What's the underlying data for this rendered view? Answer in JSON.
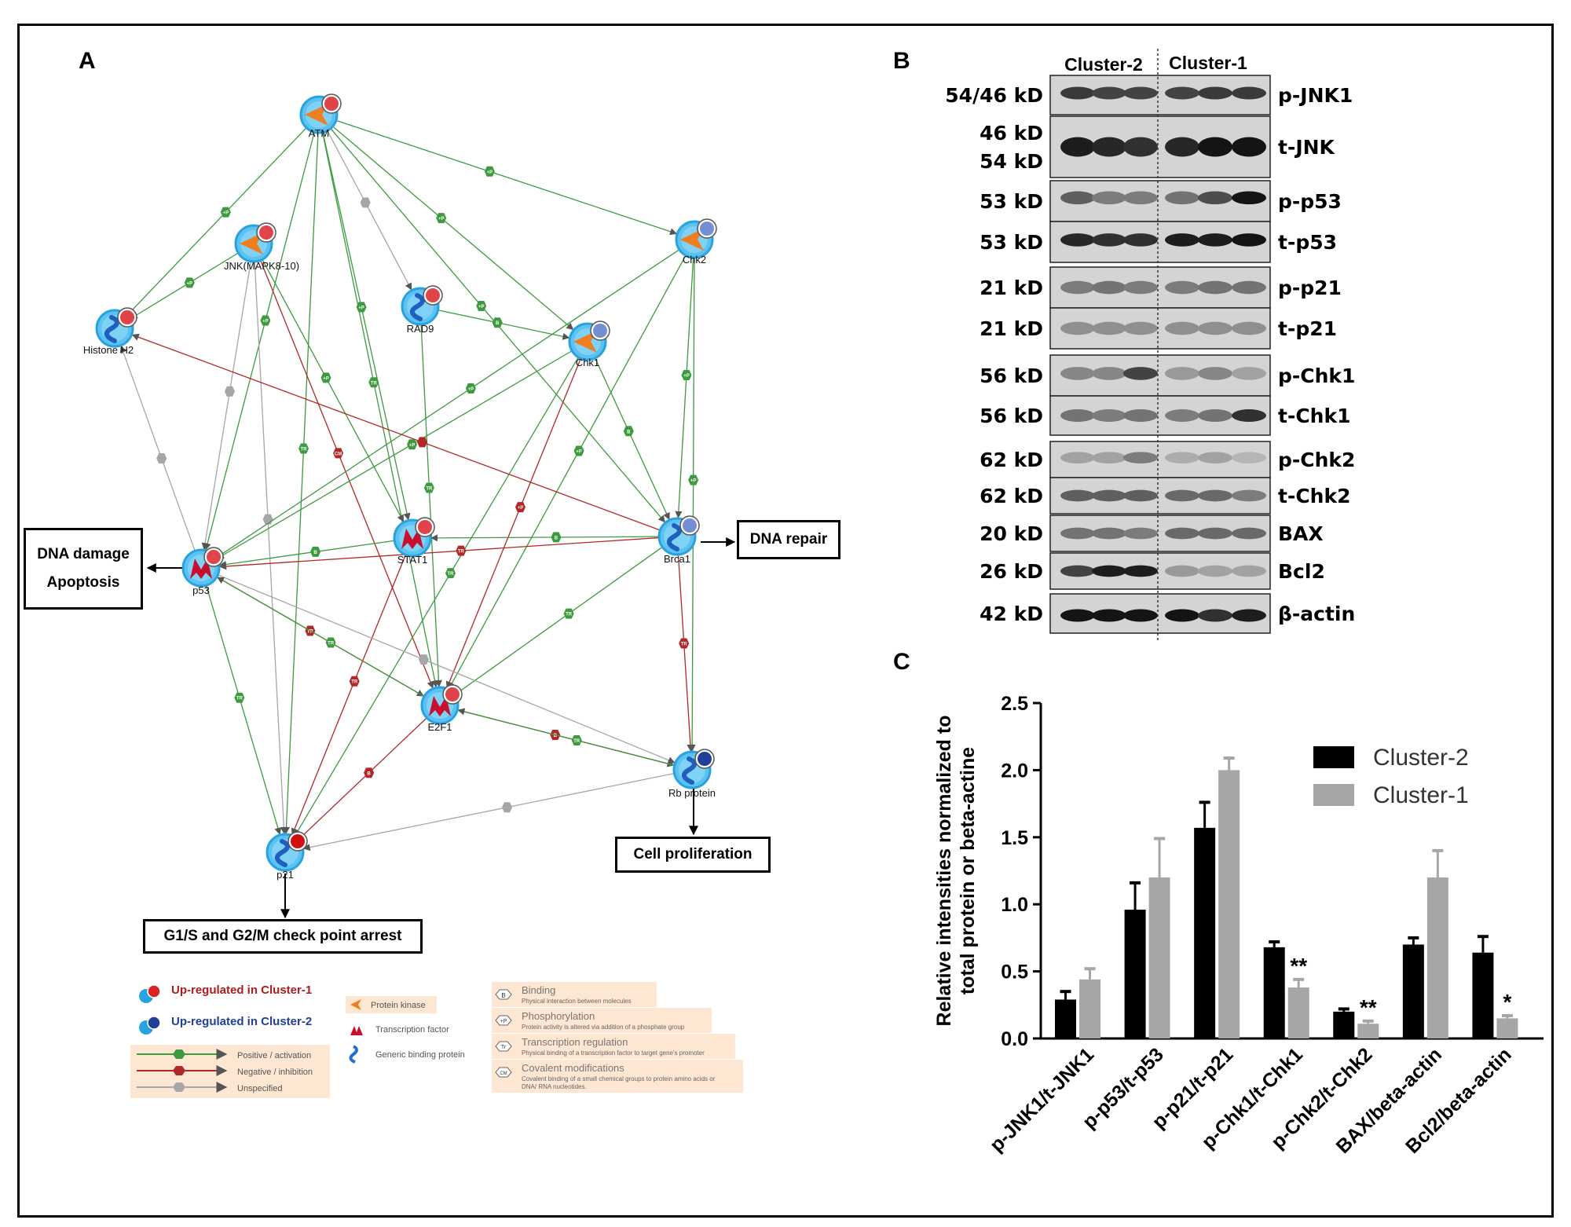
{
  "panels": {
    "a": "A",
    "b": "B",
    "c": "C"
  },
  "network": {
    "nodes": [
      {
        "id": "ATM",
        "label": "ATM",
        "kind": "kinase",
        "regulation": "cluster1"
      },
      {
        "id": "JNK",
        "label": "JNK(MAPK8-10)",
        "kind": "kinase",
        "regulation": "cluster1"
      },
      {
        "id": "Chk2",
        "label": "Chk2",
        "kind": "kinase",
        "regulation": "cluster2"
      },
      {
        "id": "HistoneH2",
        "label": "Histone H2",
        "kind": "binding",
        "regulation": "cluster1"
      },
      {
        "id": "RAD9",
        "label": "RAD9",
        "kind": "binding",
        "regulation": "cluster1"
      },
      {
        "id": "Chk1",
        "label": "Chk1",
        "kind": "kinase",
        "regulation": "cluster2"
      },
      {
        "id": "p53",
        "label": "p53",
        "kind": "tf",
        "regulation": "cluster1"
      },
      {
        "id": "STAT1",
        "label": "STAT1",
        "kind": "tf",
        "regulation": "cluster1"
      },
      {
        "id": "Brca1",
        "label": "Brca1",
        "kind": "binding",
        "regulation": "cluster2"
      },
      {
        "id": "E2F1",
        "label": "E2F1",
        "kind": "tf",
        "regulation": "cluster1"
      },
      {
        "id": "Rb",
        "label": "Rb protein",
        "kind": "binding",
        "regulation": "cluster2dark"
      },
      {
        "id": "p21",
        "label": "p21",
        "kind": "binding",
        "regulation": "cluster1dark"
      }
    ],
    "edges": [
      {
        "from": "ATM",
        "to": "HistoneH2",
        "type": "positive",
        "tag": "+P"
      },
      {
        "from": "ATM",
        "to": "Chk2",
        "type": "positive",
        "tag": "+P"
      },
      {
        "from": "ATM",
        "to": "Chk1",
        "type": "positive",
        "tag": "+P"
      },
      {
        "from": "ATM",
        "to": "RAD9",
        "type": "unspecified",
        "tag": ""
      },
      {
        "from": "ATM",
        "to": "p53",
        "type": "positive",
        "tag": "+P"
      },
      {
        "from": "ATM",
        "to": "STAT1",
        "type": "positive",
        "tag": "+P"
      },
      {
        "from": "ATM",
        "to": "E2F1",
        "type": "positive",
        "tag": "TR"
      },
      {
        "from": "ATM",
        "to": "Brca1",
        "type": "positive",
        "tag": "+P"
      },
      {
        "from": "ATM",
        "to": "p21",
        "type": "positive",
        "tag": "TR"
      },
      {
        "from": "JNK",
        "to": "HistoneH2",
        "type": "positive",
        "tag": "+P"
      },
      {
        "from": "JNK",
        "to": "p53",
        "type": "unspecified",
        "tag": ""
      },
      {
        "from": "JNK",
        "to": "E2F1",
        "type": "negative",
        "tag": "CM"
      },
      {
        "from": "JNK",
        "to": "STAT1",
        "type": "positive",
        "tag": "+P"
      },
      {
        "from": "JNK",
        "to": "p21",
        "type": "unspecified",
        "tag": ""
      },
      {
        "from": "RAD9",
        "to": "Chk1",
        "type": "positive",
        "tag": "B"
      },
      {
        "from": "RAD9",
        "to": "E2F1",
        "type": "positive",
        "tag": "TR"
      },
      {
        "from": "Chk2",
        "to": "p53",
        "type": "positive",
        "tag": "+P"
      },
      {
        "from": "Chk2",
        "to": "Brca1",
        "type": "positive",
        "tag": "+P"
      },
      {
        "from": "Chk2",
        "to": "E2F1",
        "type": "positive",
        "tag": "+P"
      },
      {
        "from": "Chk2",
        "to": "Rb",
        "type": "positive",
        "tag": "+P"
      },
      {
        "from": "Chk1",
        "to": "p53",
        "type": "positive",
        "tag": "+P"
      },
      {
        "from": "Chk1",
        "to": "Brca1",
        "type": "positive",
        "tag": "B"
      },
      {
        "from": "Chk1",
        "to": "E2F1",
        "type": "negative",
        "tag": "+P"
      },
      {
        "from": "Chk1",
        "to": "p21",
        "type": "positive",
        "tag": "TR"
      },
      {
        "from": "STAT1",
        "to": "p53",
        "type": "positive",
        "tag": "B"
      },
      {
        "from": "STAT1",
        "to": "p21",
        "type": "negative",
        "tag": "TR"
      },
      {
        "from": "Brca1",
        "to": "p53",
        "type": "negative",
        "tag": "TR"
      },
      {
        "from": "Brca1",
        "to": "STAT1",
        "type": "positive",
        "tag": "B"
      },
      {
        "from": "Brca1",
        "to": "E2F1",
        "type": "positive",
        "tag": "TR"
      },
      {
        "from": "Brca1",
        "to": "Rb",
        "type": "negative",
        "tag": "TR"
      },
      {
        "from": "Brca1",
        "to": "HistoneH2",
        "type": "negative",
        "tag": ""
      },
      {
        "from": "p53",
        "to": "p21",
        "type": "positive",
        "tag": "TR"
      },
      {
        "from": "p53",
        "to": "E2F1",
        "type": "negative",
        "tag": "TR"
      },
      {
        "from": "p53",
        "to": "Rb",
        "type": "unspecified",
        "tag": ""
      },
      {
        "from": "p53",
        "to": "HistoneH2",
        "type": "unspecified",
        "tag": ""
      },
      {
        "from": "E2F1",
        "to": "p21",
        "type": "negative",
        "tag": "B"
      },
      {
        "from": "E2F1",
        "to": "Rb",
        "type": "negative",
        "tag": "B"
      },
      {
        "from": "Rb",
        "to": "E2F1",
        "type": "positive",
        "tag": "TR"
      },
      {
        "from": "Rb",
        "to": "p21",
        "type": "unspecified",
        "tag": ""
      },
      {
        "from": "E2F1",
        "to": "p53",
        "type": "positive",
        "tag": "TR"
      }
    ],
    "outcomes": {
      "dna_damage_1": "DNA damage",
      "dna_damage_2": "Apoptosis",
      "dna_repair": "DNA repair",
      "cell_proliferation": "Cell proliferation",
      "checkpoint": "G1/S and G2/M check point arrest"
    },
    "legend": {
      "up_c1": "Up-regulated in Cluster-1",
      "up_c2": "Up-regulated in Cluster-2",
      "protein_kinase": "Protein kinase",
      "transcription_factor": "Transcription factor",
      "generic_binding": "Generic binding protein",
      "positive": "Positive / activation",
      "negative": "Negative / inhibition",
      "unspecified": "Unspecified",
      "binding_title": "Binding",
      "binding_desc": "Physical interaction between molecules",
      "phos_title": "Phosphorylation",
      "phos_desc": "Protein activity is altered via addition of a phosphate group",
      "tr_title": "Transcription regulation",
      "tr_desc": "Physical binding of a transcription factor to target gene's promoter",
      "cm_title": "Covalent modifications",
      "cm_desc_1": "Covalent binding of a small chemical groups to protein amino acids or",
      "cm_desc_2": "DNA/ RNA nucleotides.",
      "glyph_b": "B",
      "glyph_p": "+P",
      "glyph_tr": "Tr",
      "glyph_cm": "CM"
    },
    "colors": {
      "positive": "#3e9a3e",
      "negative": "#b02828",
      "unspecified": "#a6a6a6",
      "node_ring": "#29a3e0",
      "cluster1": "#d9232a",
      "cluster2": "#1f3f99",
      "kinase": "#f07d1e",
      "tf": "#c8102e"
    }
  },
  "blot": {
    "groups": [
      "Cluster-2",
      "Cluster-1"
    ],
    "rows": [
      {
        "size": "54/46 kD",
        "name": "p-JNK1"
      },
      {
        "size": "46 kD",
        "name": "t-JNK",
        "size2": "54 kD"
      },
      {
        "size": "53 kD",
        "name": "p-p53"
      },
      {
        "size": "53 kD",
        "name": "t-p53"
      },
      {
        "size": "21 kD",
        "name": "p-p21"
      },
      {
        "size": "21 kD",
        "name": "t-p21"
      },
      {
        "size": "56 kD",
        "name": "p-Chk1"
      },
      {
        "size": "56 kD",
        "name": "t-Chk1"
      },
      {
        "size": "62 kD",
        "name": "p-Chk2"
      },
      {
        "size": "62 kD",
        "name": "t-Chk2"
      },
      {
        "size": "20 kD",
        "name": "BAX"
      },
      {
        "size": "26 kD",
        "name": "Bcl2"
      },
      {
        "size": "42 kD",
        "name": "β-actin"
      }
    ]
  },
  "chart_data": {
    "type": "bar",
    "categories": [
      "p-JNK1/t-JNK1",
      "p-p53/t-p53",
      "p-p21/t-p21",
      "p-Chk1/t-Chk1",
      "p-Chk2/t-Chk2",
      "BAX/beta-actin",
      "Bcl2/beta-actin"
    ],
    "series": [
      {
        "name": "Cluster-2",
        "color": "#000000",
        "values": [
          0.29,
          0.96,
          1.57,
          0.68,
          0.2,
          0.7,
          0.64
        ],
        "errors": [
          0.06,
          0.2,
          0.19,
          0.04,
          0.02,
          0.05,
          0.12
        ]
      },
      {
        "name": "Cluster-1",
        "color": "#a6a6a6",
        "values": [
          0.44,
          1.2,
          2.0,
          0.38,
          0.11,
          1.2,
          0.15
        ],
        "errors": [
          0.08,
          0.29,
          0.09,
          0.06,
          0.02,
          0.2,
          0.02
        ]
      }
    ],
    "significance": [
      "",
      "",
      "",
      "**",
      "**",
      "",
      "*"
    ],
    "ylabel_line1": "Relative intensities normalized to",
    "ylabel_line2": "total protein or beta-actine",
    "ylim": [
      0,
      2.5
    ],
    "yticks": [
      "0.0",
      "0.5",
      "1.0",
      "1.5",
      "2.0",
      "2.5"
    ],
    "legend_position": "top-right"
  }
}
